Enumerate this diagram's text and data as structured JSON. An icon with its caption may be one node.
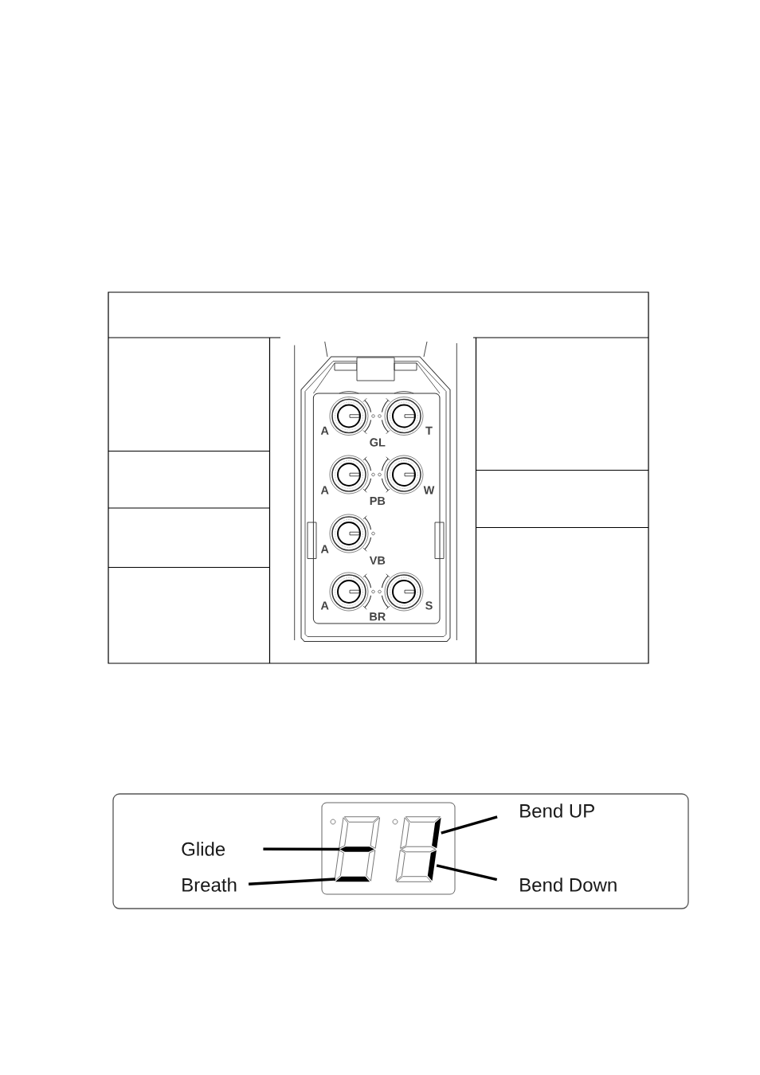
{
  "diagram": {
    "nodes": [
      {
        "text": [
          "Glide"
        ]
      },
      {
        "text": [
          "Breath"
        ]
      },
      {
        "text": [
          "Bend UP"
        ]
      },
      {
        "text": [
          "Bend Down"
        ]
      },
      {
        "text": [],
        "shape": "bar"
      },
      {
        "text": [],
        "shape": "bar"
      },
      {
        "text": [],
        "shape": "bar"
      },
      {
        "text": [],
        "shape": "bar"
      }
    ],
    "edges": [
      {
        "from": 0,
        "to": 4,
        "arrow": "none"
      },
      {
        "from": 1,
        "to": 5,
        "arrow": "none"
      },
      {
        "from": 2,
        "to": 6,
        "arrow": "none"
      },
      {
        "from": 3,
        "to": 7,
        "arrow": "none"
      }
    ],
    "labels": [
      "A",
      "T",
      "GL",
      "A",
      "W",
      "PB",
      "A",
      "VB",
      "A",
      "S",
      "BR"
    ]
  }
}
